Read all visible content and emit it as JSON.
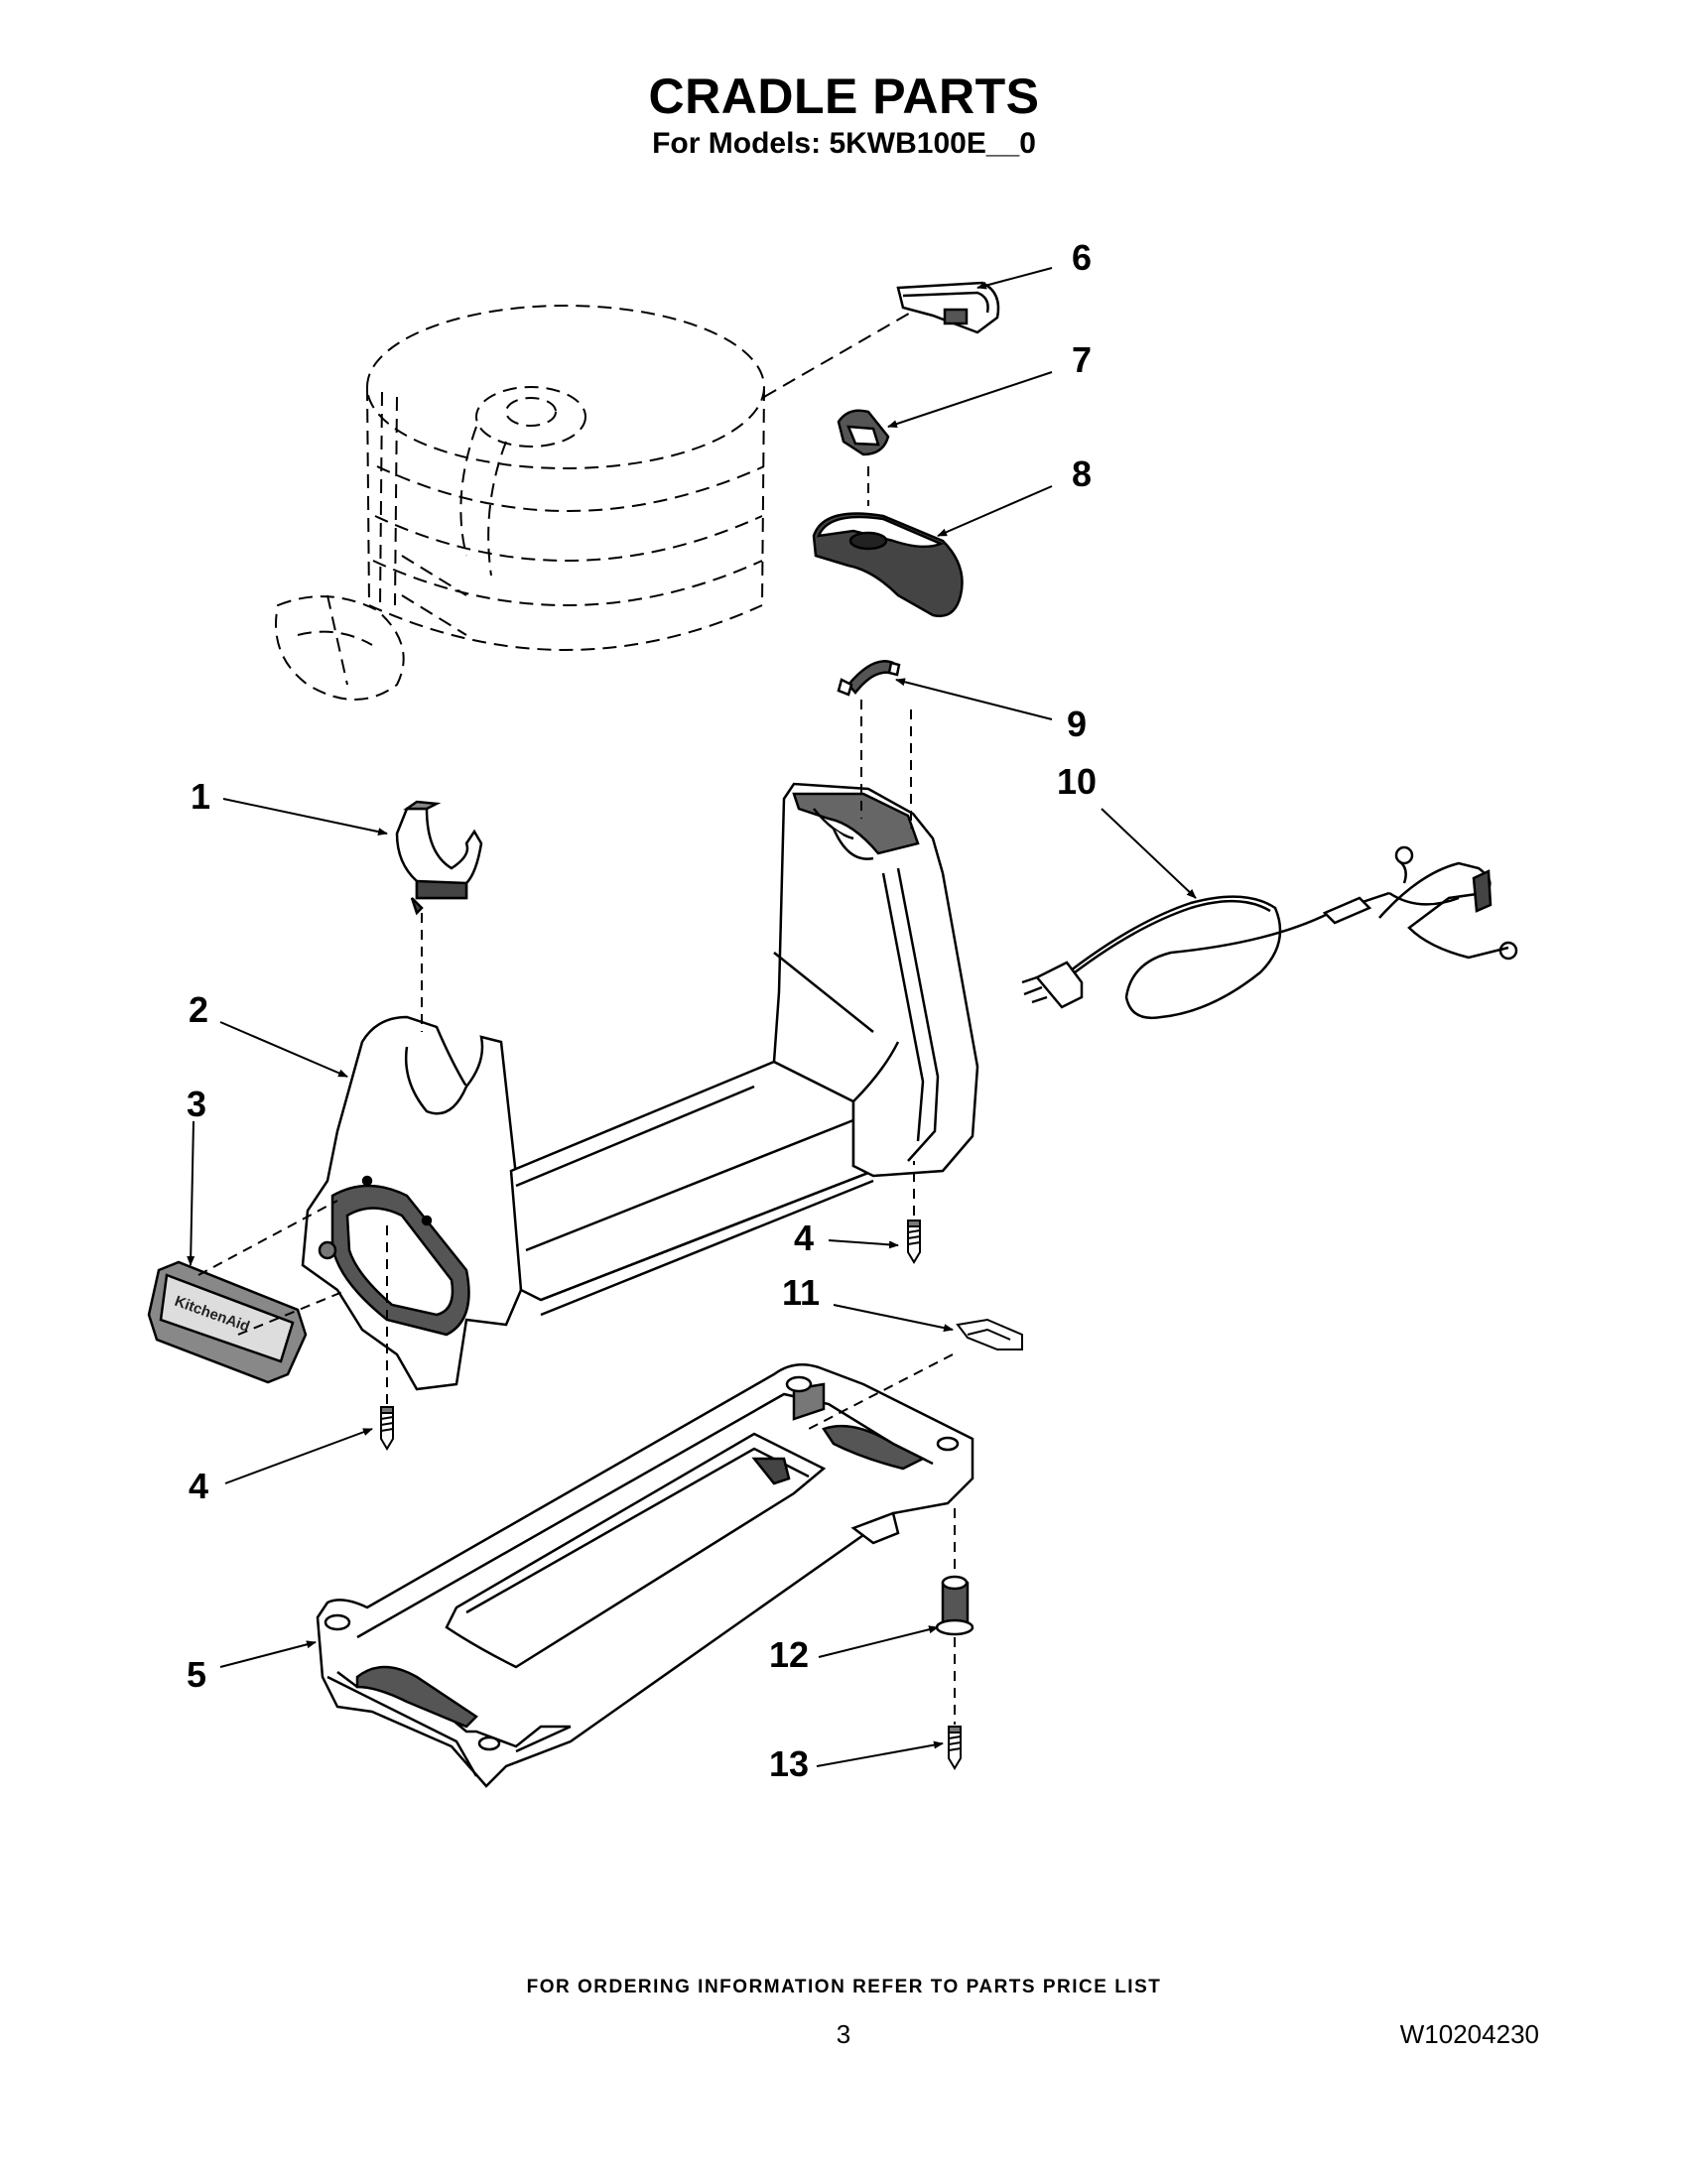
{
  "header": {
    "title": "CRADLE PARTS",
    "subtitle": "For Models: 5KWB100E__0"
  },
  "callouts": [
    "1",
    "2",
    "3",
    "4",
    "4",
    "5",
    "6",
    "7",
    "8",
    "9",
    "10",
    "11",
    "12",
    "13"
  ],
  "badge_text": "KitchenAid",
  "footer": {
    "ordering_note": "FOR ORDERING INFORMATION REFER TO PARTS PRICE LIST",
    "page_number": "3",
    "document_number": "W10204230"
  }
}
